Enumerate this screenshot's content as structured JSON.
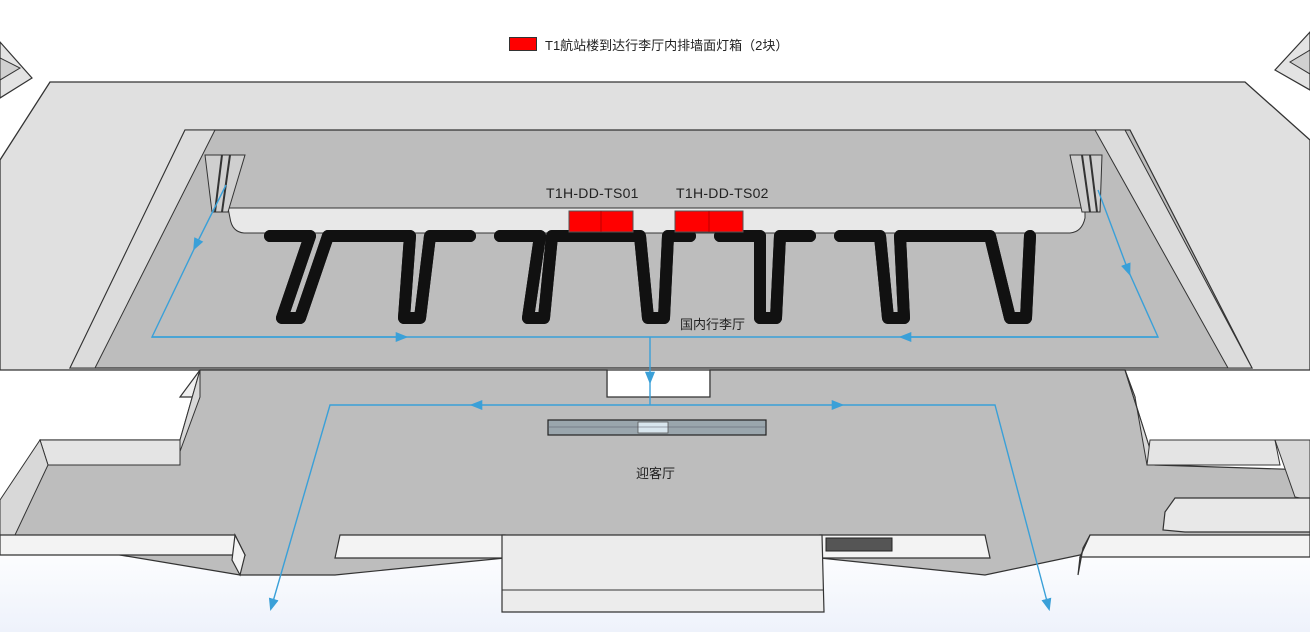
{
  "legend": {
    "label": "T1航站楼到达行李厅内排墙面灯箱（2块）",
    "color": "#ff0000"
  },
  "lightboxes": [
    {
      "id": "T1H-DD-TS01"
    },
    {
      "id": "T1H-DD-TS02"
    }
  ],
  "zones": {
    "baggage_hall": "国内行李厅",
    "greeting_hall": "迎客厅"
  },
  "colors": {
    "arrow": "#3aa0d8",
    "lightbox": "#ff0000",
    "floor": "#bdbdbd",
    "upper": "#e0e0e0"
  }
}
